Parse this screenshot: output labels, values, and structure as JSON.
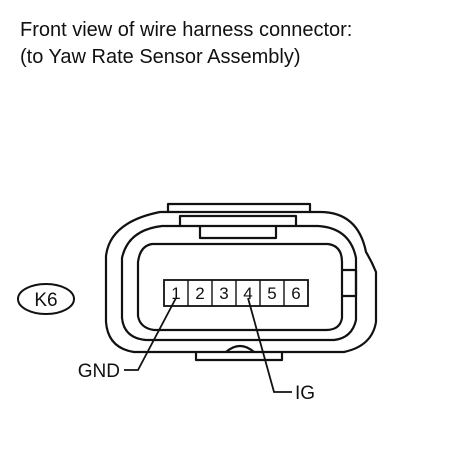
{
  "caption": {
    "line1": "Front view of wire harness connector:",
    "line2": "(to Yaw Rate Sensor Assembly)"
  },
  "connector": {
    "id": "K6",
    "pins": [
      "1",
      "2",
      "3",
      "4",
      "5",
      "6"
    ]
  },
  "callouts": {
    "gnd": "GND",
    "ig": "IG"
  },
  "colors": {
    "line": "#111111",
    "background": "#ffffff"
  }
}
